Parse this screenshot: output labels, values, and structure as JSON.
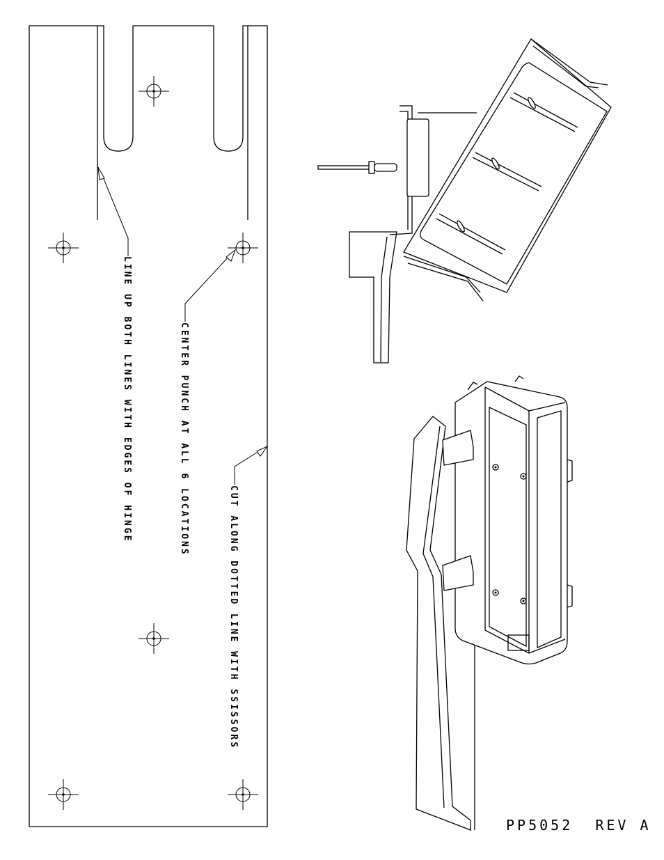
{
  "template": {
    "instruction_lineup": "LINE UP BOTH LINES WITH EDGES OF HINGE",
    "instruction_punch": "CENTER PUNCH AT ALL 6 LOCATIONS",
    "instruction_cut": "CUT ALONG DOTTED LINE WITH SSISSORS"
  },
  "part_number": "PP5052  REV A"
}
